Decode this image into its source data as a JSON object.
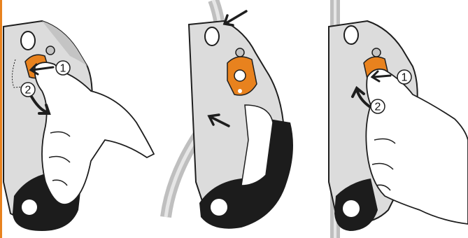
{
  "colors": {
    "metal": "#dcdcdc",
    "metal_shadow": "#c4c4c4",
    "outline": "#1e1e1e",
    "orange": "#e8821e",
    "handle": "#1c1c1c",
    "rope": "#bfbfbf",
    "rope_light": "#e6e6e6",
    "skin": "#ffffff",
    "background": "#ffffff"
  },
  "panels": [
    {
      "name": "release-cam-step",
      "steps": [
        {
          "label": "1",
          "icon": "push-arrow-icon"
        },
        {
          "label": "2",
          "icon": "pivot-arrow-icon"
        }
      ]
    },
    {
      "name": "rope-installed",
      "steps": [],
      "icons": [
        "rope-entry-arrow-icon",
        "rope-exit-arrow-icon"
      ]
    },
    {
      "name": "close-cam-step",
      "steps": [
        {
          "label": "1",
          "icon": "push-arrow-icon"
        },
        {
          "label": "2",
          "icon": "pivot-arrow-icon"
        }
      ]
    }
  ]
}
